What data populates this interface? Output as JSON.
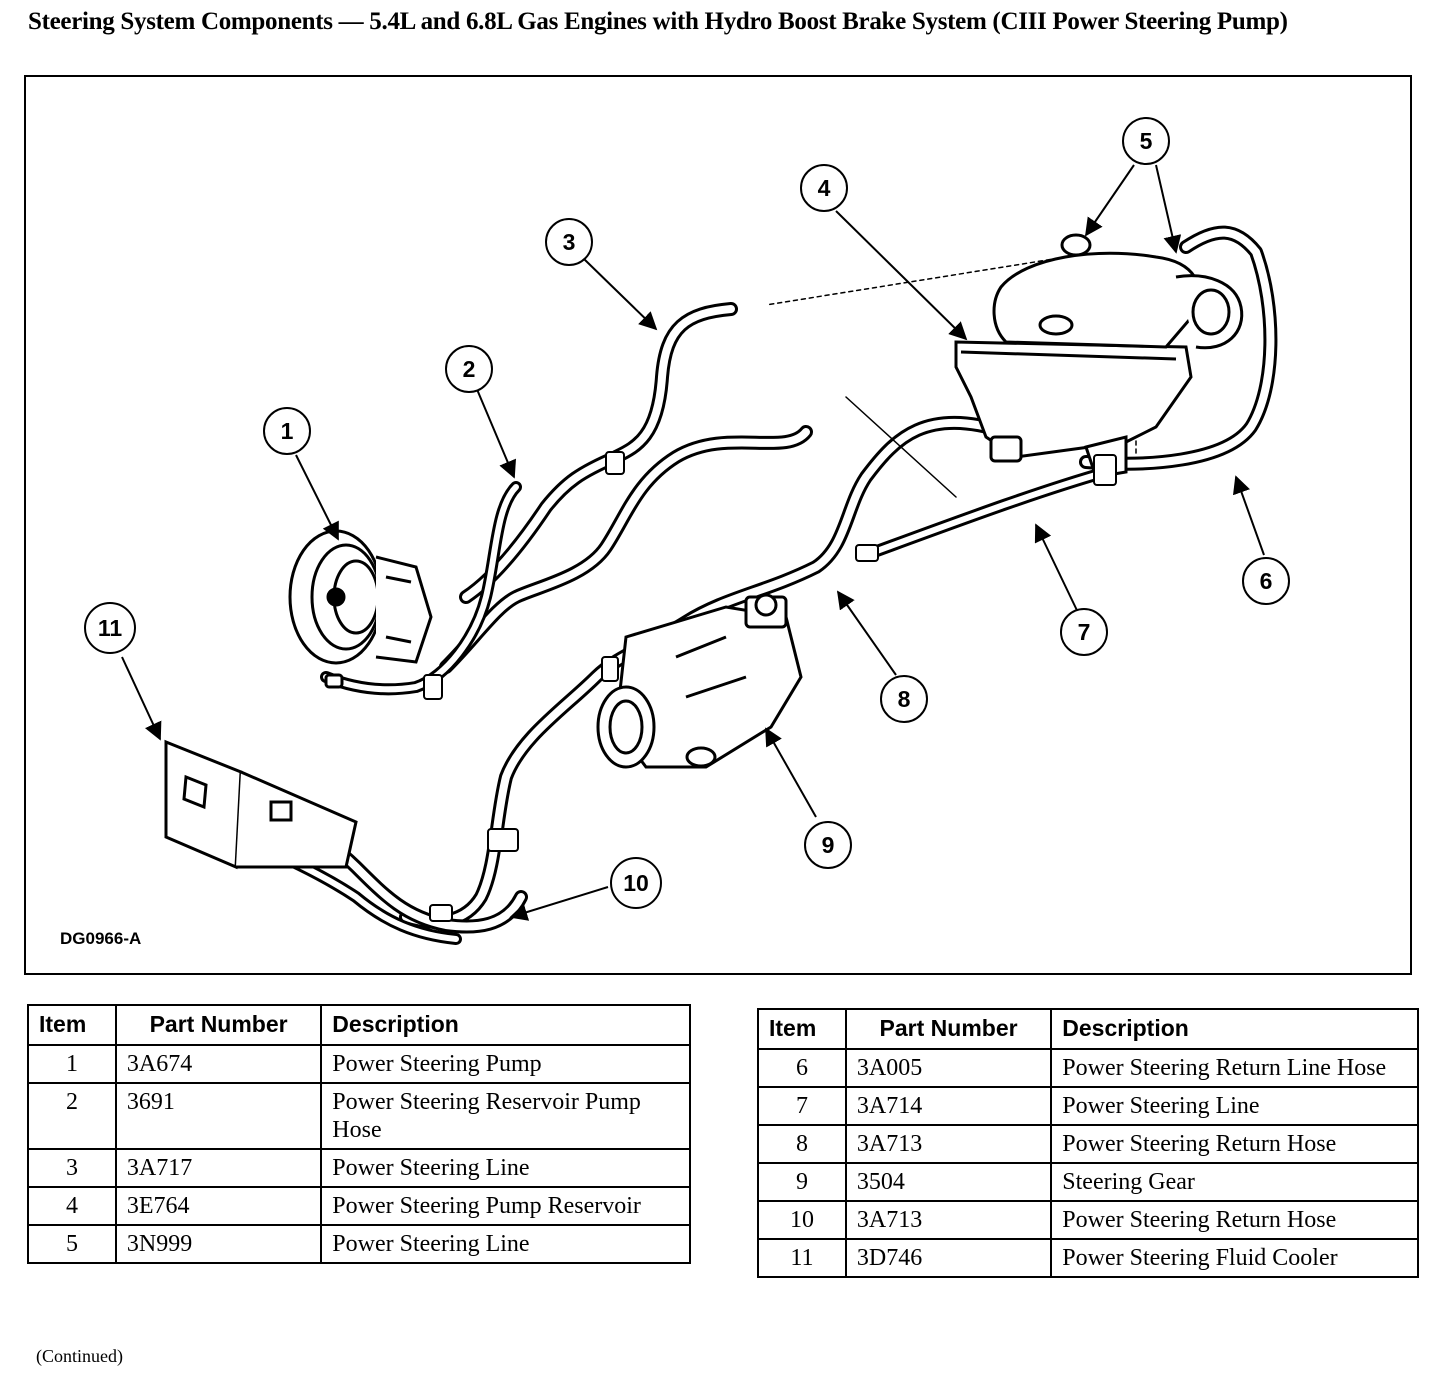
{
  "title": "Steering System Components — 5.4L and 6.8L Gas Engines with Hydro Boost Brake System (CIII Power Steering Pump)",
  "figure_id": "DG0966-A",
  "callouts": [
    "1",
    "2",
    "3",
    "4",
    "5",
    "6",
    "7",
    "8",
    "9",
    "10",
    "11"
  ],
  "table_headers": {
    "item": "Item",
    "part_number": "Part Number",
    "description": "Description"
  },
  "left_table": [
    {
      "item": "1",
      "part": "3A674",
      "desc": "Power Steering Pump"
    },
    {
      "item": "2",
      "part": "3691",
      "desc": "Power Steering Reservoir Pump Hose"
    },
    {
      "item": "3",
      "part": "3A717",
      "desc": "Power Steering Line"
    },
    {
      "item": "4",
      "part": "3E764",
      "desc": "Power Steering Pump Reservoir"
    },
    {
      "item": "5",
      "part": "3N999",
      "desc": "Power Steering Line"
    }
  ],
  "right_table": [
    {
      "item": "6",
      "part": "3A005",
      "desc": "Power Steering Return Line Hose"
    },
    {
      "item": "7",
      "part": "3A714",
      "desc": "Power Steering Line"
    },
    {
      "item": "8",
      "part": "3A713",
      "desc": "Power Steering Return Hose"
    },
    {
      "item": "9",
      "part": "3504",
      "desc": "Steering Gear"
    },
    {
      "item": "10",
      "part": "3A713",
      "desc": "Power Steering Return Hose"
    },
    {
      "item": "11",
      "part": "3D746",
      "desc": "Power Steering Fluid Cooler"
    }
  ],
  "continued": "(Continued)"
}
